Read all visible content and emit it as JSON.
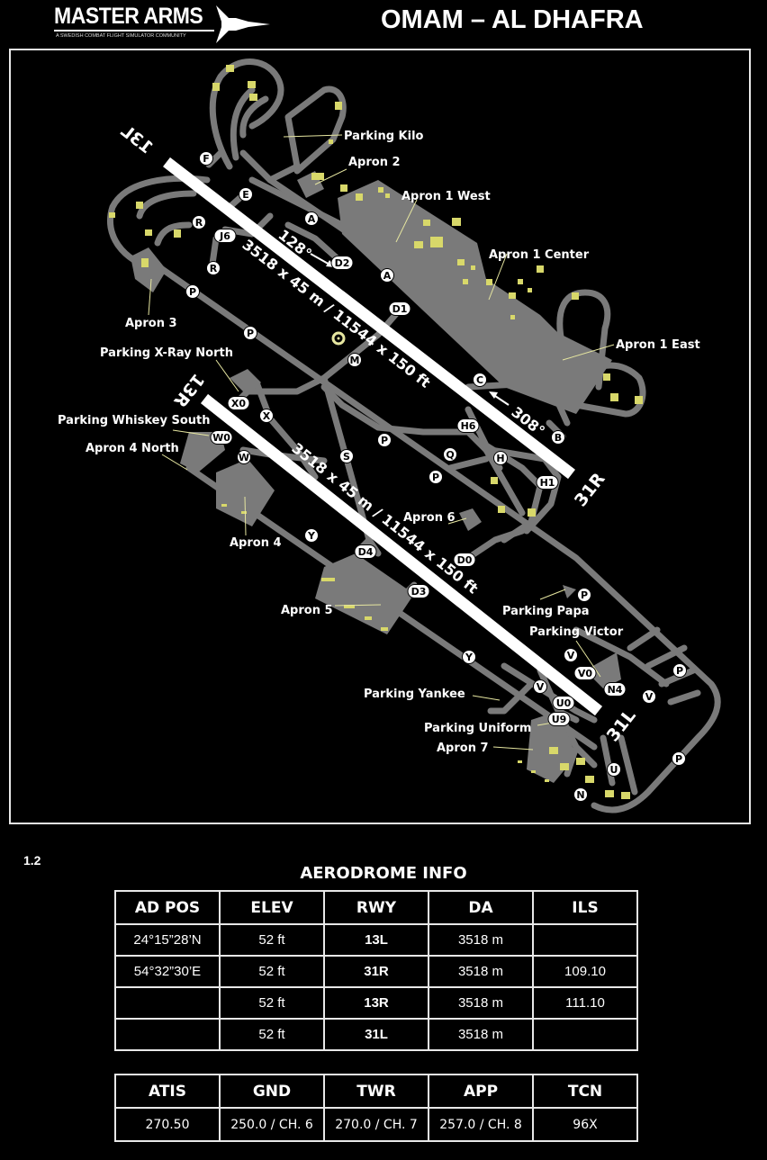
{
  "header": {
    "logo": {
      "title": "MASTER ARMS",
      "subtitle": "A SWEDISH COMBAT FLIGHT SIMULATOR COMMUNITY"
    },
    "title": "OMAM – AL DHAFRA"
  },
  "map": {
    "colors": {
      "background": "#000000",
      "taxiway": "#7a7a7a",
      "runway": "#ffffff",
      "parking": "#d8d86a",
      "leader": "#e6e6a0"
    },
    "runways": [
      {
        "id": "13L",
        "end_label": "13L",
        "heading_label": "128°",
        "dimensions": "3518 x 45 m / 11544 x 150 ft"
      },
      {
        "id": "31R",
        "end_label": "31R",
        "heading_label": "308°"
      },
      {
        "id": "13R",
        "end_label": "13R",
        "dimensions": "3518 x 45 m / 11544 x 150 ft"
      },
      {
        "id": "31L",
        "end_label": "31L"
      }
    ],
    "area_labels": {
      "parking_kilo": "Parking Kilo",
      "apron_2": "Apron 2",
      "apron_1_west": "Apron 1 West",
      "apron_1_center": "Apron 1 Center",
      "apron_1_east": "Apron 1 East",
      "apron_3": "Apron 3",
      "parking_xray_north": "Parking X-Ray North",
      "parking_whiskey_south": "Parking Whiskey South",
      "apron_4_north": "Apron 4 North",
      "apron_4": "Apron 4",
      "apron_6": "Apron 6",
      "apron_5": "Apron 5",
      "parking_papa": "Parking Papa",
      "parking_victor": "Parking Victor",
      "parking_yankee": "Parking Yankee",
      "parking_uniform": "Parking Uniform",
      "apron_7": "Apron 7"
    },
    "taxiway_labels": [
      "F",
      "E",
      "A",
      "R",
      "J6",
      "R",
      "D2",
      "A",
      "P",
      "D1",
      "P",
      "M",
      "C",
      "X0",
      "X",
      "H6",
      "B",
      "W0",
      "P",
      "W",
      "S",
      "Q",
      "H",
      "P",
      "H1",
      "D0",
      "D4",
      "Y",
      "D3",
      "P",
      "Y",
      "V",
      "V0",
      "N4",
      "P",
      "V",
      "V",
      "U0",
      "U9",
      "U",
      "P",
      "N"
    ]
  },
  "page_number": "1.2",
  "aerodrome_info": {
    "title": "AERODROME INFO",
    "columns": [
      "AD POS",
      "ELEV",
      "RWY",
      "DA",
      "ILS"
    ],
    "rows": [
      {
        "ad_pos": "24°15”28’N",
        "elev": "52 ft",
        "rwy": "13L",
        "da": "3518 m",
        "ils": ""
      },
      {
        "ad_pos": "54°32”30’E",
        "elev": "52 ft",
        "rwy": "31R",
        "da": "3518 m",
        "ils": "109.10"
      },
      {
        "ad_pos": "",
        "elev": "52 ft",
        "rwy": "13R",
        "da": "3518 m",
        "ils": "111.10"
      },
      {
        "ad_pos": "",
        "elev": "52 ft",
        "rwy": "31L",
        "da": "3518 m",
        "ils": ""
      }
    ]
  },
  "frequencies": {
    "columns": [
      "ATIS",
      "GND",
      "TWR",
      "APP",
      "TCN"
    ],
    "values": [
      "270.50",
      "250.0 / CH. 6",
      "270.0 / CH. 7",
      "257.0 / CH. 8",
      "96X"
    ]
  }
}
